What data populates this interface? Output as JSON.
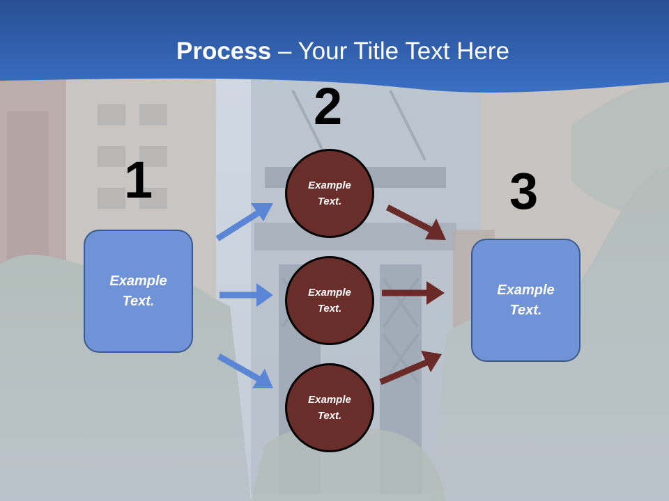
{
  "title": {
    "bold": "Process",
    "rest": " – Your Title Text Here"
  },
  "steps": {
    "one": "1",
    "two": "2",
    "three": "3"
  },
  "left_box": {
    "label": "Example\nText."
  },
  "right_box": {
    "label": "Example\nText."
  },
  "circles": [
    {
      "label": "Example\nText."
    },
    {
      "label": "Example\nText."
    },
    {
      "label": "Example\nText."
    }
  ],
  "colors": {
    "header_blue": "#2f63b8",
    "box_fill": "#6f93d6",
    "circle_fill": "#6a2e2a",
    "blue_arrow": "#5b86d6",
    "red_arrow": "#6a2a28"
  }
}
